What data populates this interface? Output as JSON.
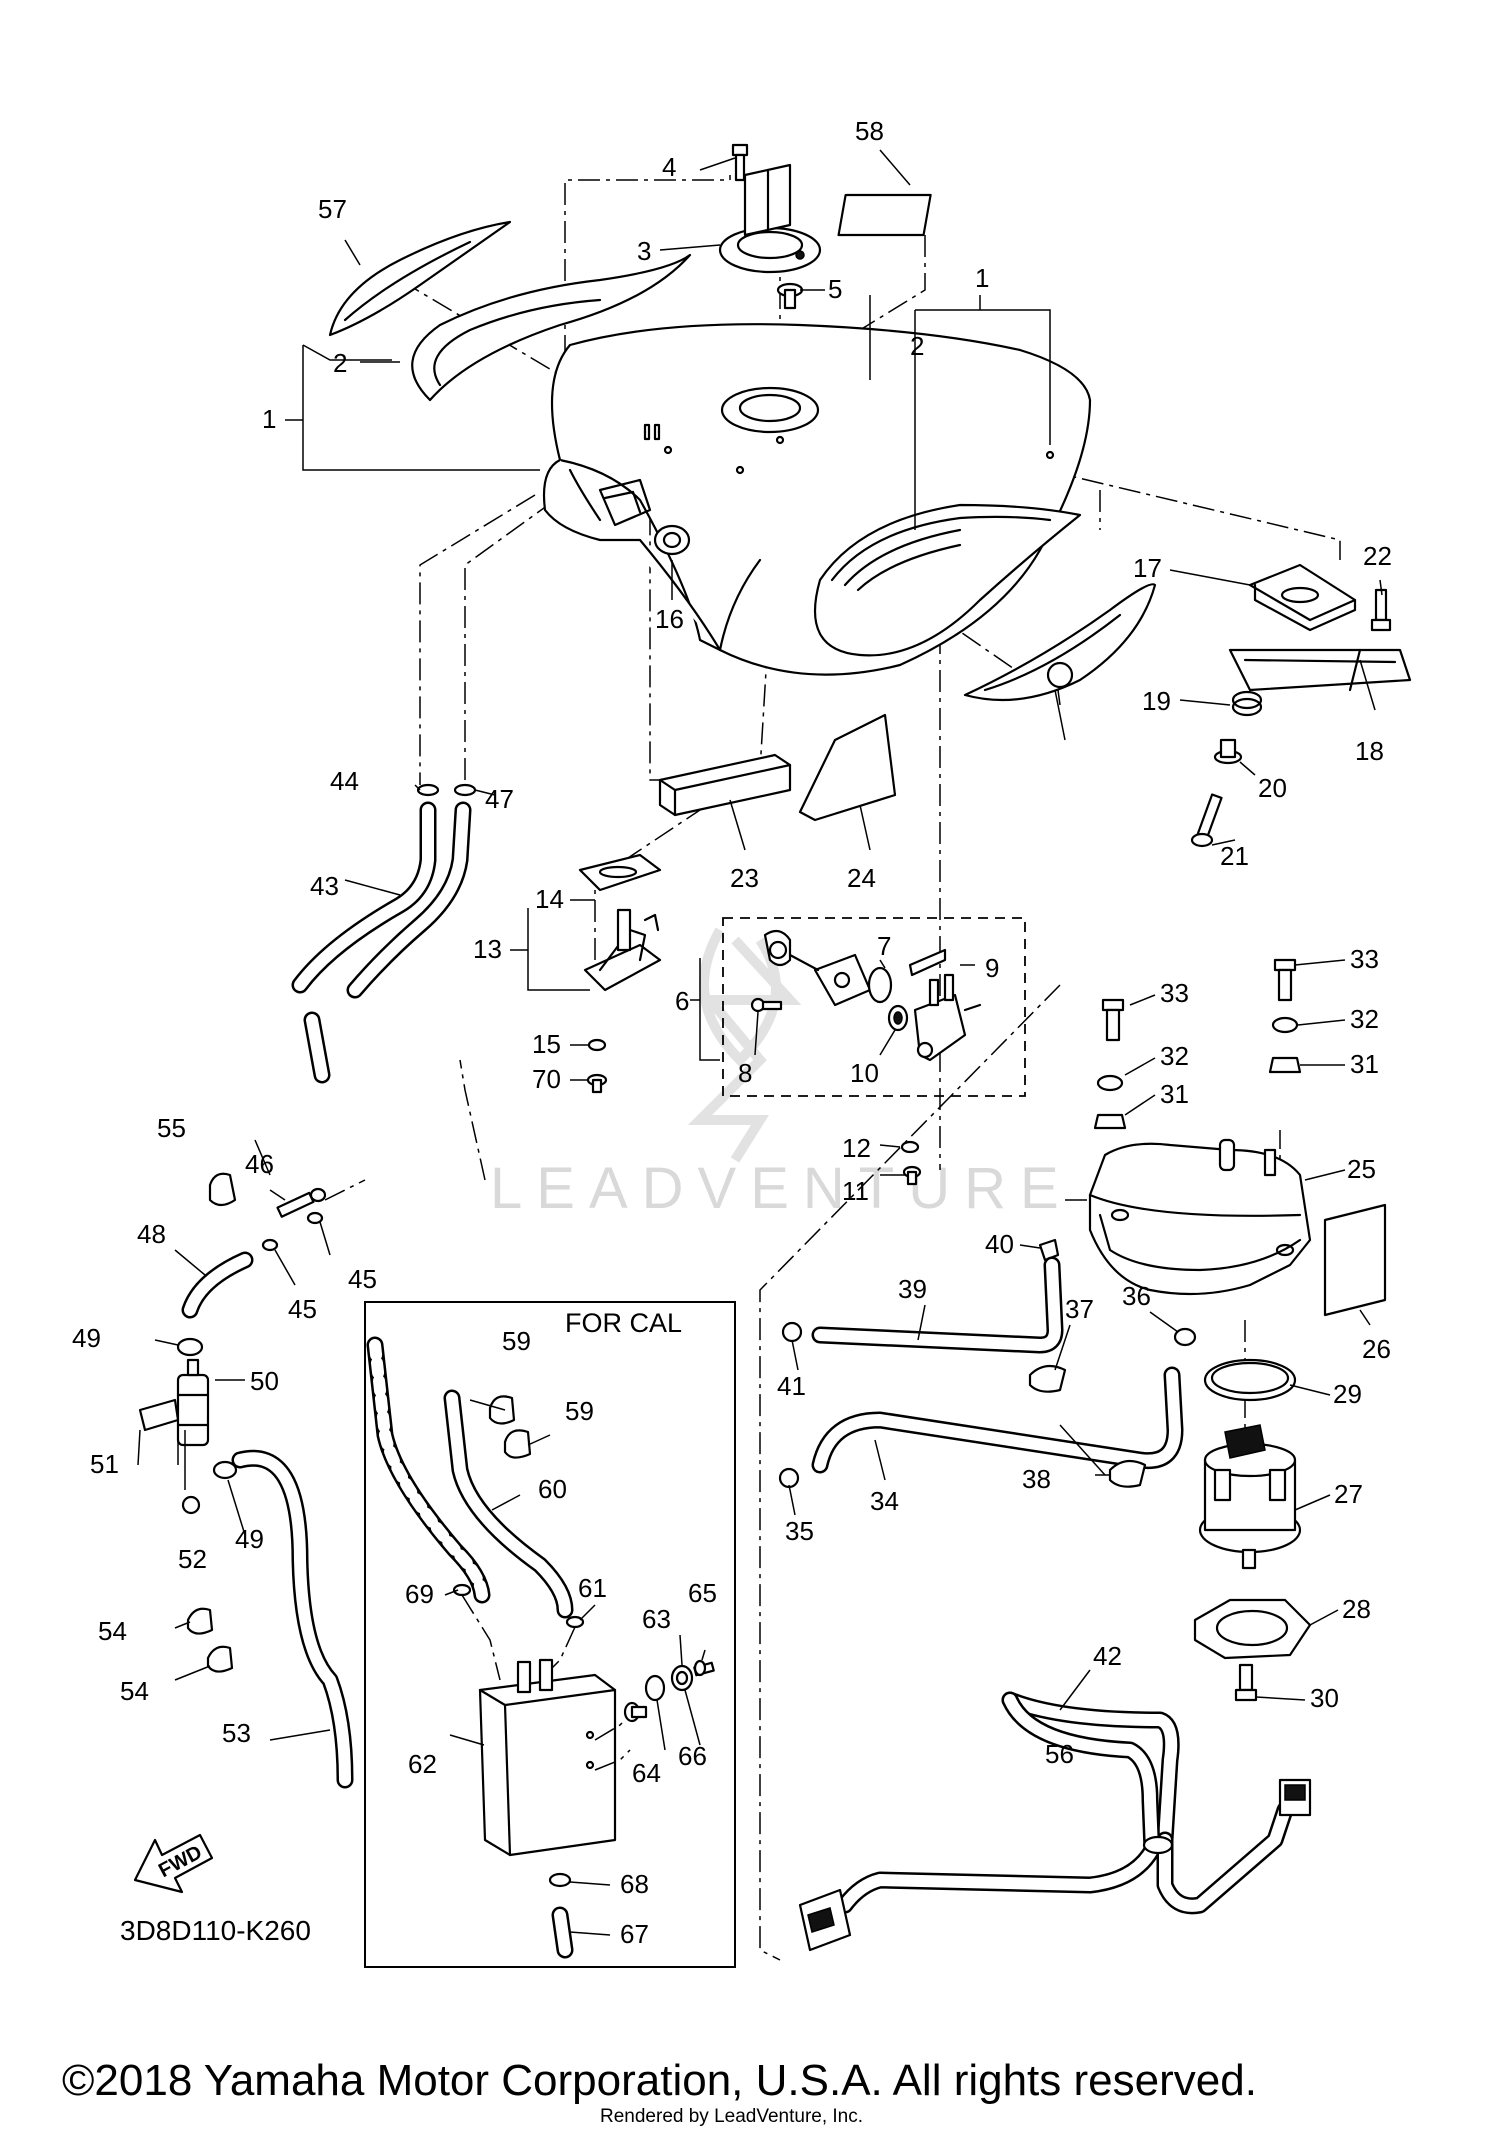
{
  "diagram": {
    "code": "3D8D110-K260",
    "inset_title": "FOR CAL",
    "watermark": "LEADVENTURE",
    "fwd": "FWD",
    "copyright": "©2018 Yamaha Motor Corporation, U.S.A. All rights reserved.",
    "rendered_by": "Rendered by LeadVenture, Inc.",
    "callouts": [
      "1",
      "1",
      "2",
      "2",
      "3",
      "4",
      "5",
      "6",
      "7",
      "8",
      "9",
      "10",
      "11",
      "12",
      "13",
      "14",
      "15",
      "16",
      "17",
      "18",
      "19",
      "20",
      "21",
      "22",
      "23",
      "24",
      "25",
      "26",
      "27",
      "28",
      "29",
      "30",
      "31",
      "31",
      "32",
      "32",
      "33",
      "33",
      "34",
      "35",
      "36",
      "37",
      "38",
      "39",
      "40",
      "41",
      "42",
      "43",
      "44",
      "45",
      "45",
      "46",
      "47",
      "48",
      "49",
      "49",
      "50",
      "51",
      "52",
      "53",
      "54",
      "54",
      "55",
      "56",
      "57",
      "58",
      "59",
      "59",
      "60",
      "61",
      "62",
      "63",
      "64",
      "65",
      "66",
      "67",
      "68",
      "69",
      "70"
    ]
  }
}
